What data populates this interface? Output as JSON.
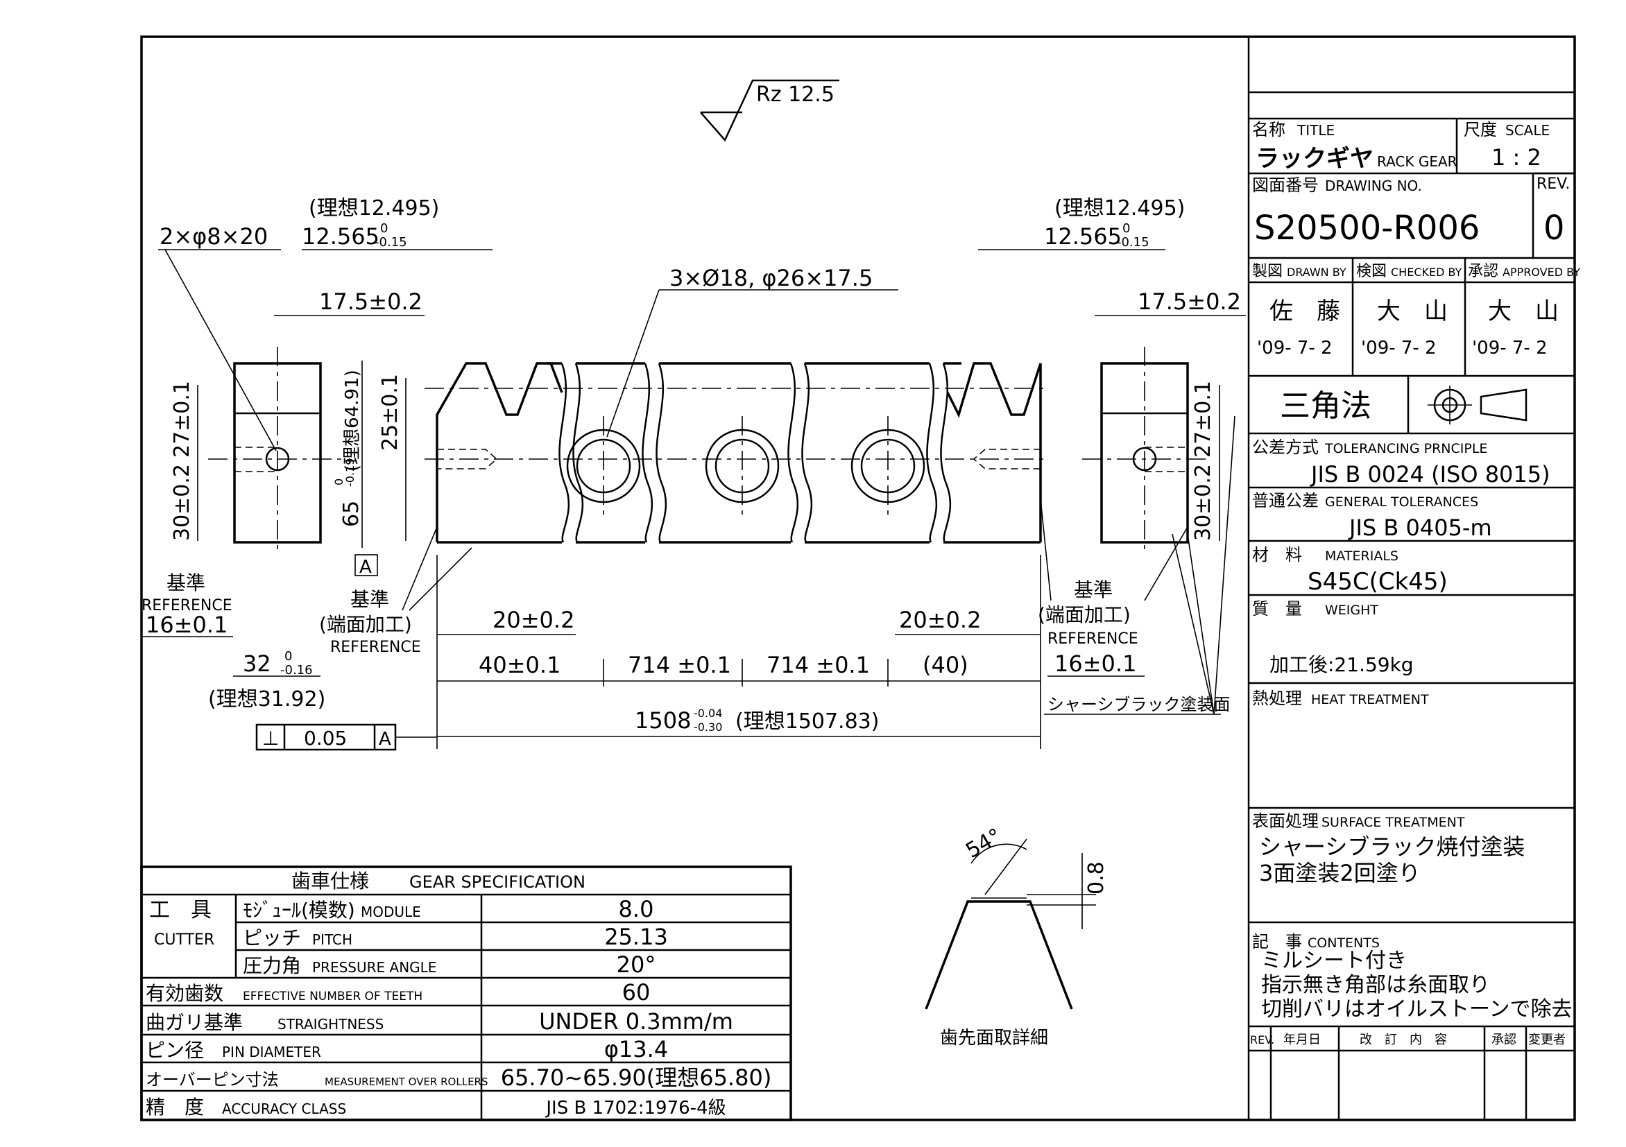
{
  "surface_symbol": "Rz 12.5",
  "dims": {
    "ideal_left": "(理想12.495)",
    "tol_left": "12.565",
    "tol_left_up": "0",
    "tol_left_dn": "-0.15",
    "ideal_right": "(理想12.495)",
    "tol_right": "12.565",
    "tol_right_up": "0",
    "tol_right_dn": "-0.15",
    "pins": "2×φ8×20",
    "holes": "3×Ø18, φ26×17.5",
    "d175_left": "17.5±0.2",
    "d175_right": "17.5±0.2",
    "d27_left": "27±0.1",
    "d30_left": "30±0.2",
    "d27_right": "27±0.1",
    "d30_right": "30±0.2",
    "d25": "25±0.1",
    "d65": "65",
    "d65_up": "0",
    "d65_dn": "-0.19",
    "d65_ideal": "(理想64.91)",
    "datum_a": "A",
    "d16_left": "16±0.1",
    "d16_right": "16±0.1",
    "d32": "32",
    "d32_up": "0",
    "d32_dn": "-0.16",
    "d32_ideal": "(理想31.92)",
    "d20_left": "20±0.2",
    "d20_right": "20±0.2",
    "d40": "40±0.1",
    "d714a": "714 ±0.1",
    "d714b": "714 ±0.1",
    "d40p": "(40)",
    "d1508": "1508",
    "d1508_up": "-0.04",
    "d1508_dn": "-0.30",
    "d1508_ideal": "(理想1507.83)",
    "gtol_sym": "⊥",
    "gtol_val": "0.05",
    "gtol_ref": "A"
  },
  "labels": {
    "ref_left_jp": "基準",
    "ref_left_en": "REFERENCE",
    "ref_mid_jp": "基準",
    "ref_mid_sub": "(端面加工)",
    "ref_mid_en": "REFERENCE",
    "ref_right_jp": "基準",
    "ref_right_sub": "(端面加工)",
    "ref_right_en": "REFERENCE",
    "paint_surface": "シャーシブラック塗装面"
  },
  "detail": {
    "angle": "54°",
    "chamfer": "0.8",
    "caption": "歯先面取詳細"
  },
  "gear_spec": {
    "title_jp": "歯車仕様",
    "title_en": "GEAR SPECIFICATION",
    "tool_jp": "工　具",
    "tool_en": "CUTTER",
    "rows": [
      {
        "label_jp": "ﾓｼﾞｭｰﾙ(模数)",
        "label_en": "MODULE",
        "value": "8.0"
      },
      {
        "label_jp": "ピッチ",
        "label_en": "PITCH",
        "value": "25.13"
      },
      {
        "label_jp": "圧力角",
        "label_en": "PRESSURE ANGLE",
        "value": "20°"
      },
      {
        "label_jp": "有効歯数",
        "label_en": "EFFECTIVE NUMBER OF TEETH",
        "value": "60"
      },
      {
        "label_jp": "曲ガリ基準",
        "label_en": "STRAIGHTNESS",
        "value": "UNDER 0.3mm/m"
      },
      {
        "label_jp": "ピン径",
        "label_en": "PIN DIAMETER",
        "value": "φ13.4"
      },
      {
        "label_jp": "オーバーピン寸法",
        "label_en": "MEASUREMENT OVER ROLLERS",
        "value": "65.70~65.90(理想65.80)"
      },
      {
        "label_jp": "精　度",
        "label_en": "ACCURACY CLASS",
        "value": "JIS B 1702:1976-4級"
      }
    ]
  },
  "title_block": {
    "name_label_jp": "名称",
    "name_label_en": "TITLE",
    "name_jp": "ラックギヤ",
    "name_en": "RACK GEAR",
    "scale_label_jp": "尺度",
    "scale_label_en": "SCALE",
    "scale": "1 : 2",
    "dwg_label_jp": "図面番号",
    "dwg_label_en": "DRAWING NO.",
    "dwg_no": "S20500-R006",
    "rev_label": "REV.",
    "rev": "0",
    "drawn_label_jp": "製図",
    "drawn_label_en": "DRAWN BY",
    "checked_label_jp": "検図",
    "checked_label_en": "CHECKED BY",
    "approved_label_jp": "承認",
    "approved_label_en": "APPROVED BY",
    "drawn_name": "佐　藤",
    "checked_name": "大　山",
    "approved_name": "大　山",
    "drawn_date": "'09- 7- 2",
    "checked_date": "'09- 7- 2",
    "approved_date": "'09- 7- 2",
    "projection": "三角法",
    "tol_label_jp": "公差方式",
    "tol_label_en": "TOLERANCING PRNCIPLE",
    "tol_value": "JIS B 0024 (ISO 8015)",
    "gen_tol_label_jp": "普通公差",
    "gen_tol_label_en": "GENERAL TOLERANCES",
    "gen_tol_value": "JIS B 0405-m",
    "mat_label_jp": "材　料",
    "mat_label_en": "MATERIALS",
    "mat_value": "S45C(Ck45)",
    "weight_label_jp": "質　量",
    "weight_label_en": "WEIGHT",
    "weight_value": "加工後:21.59kg",
    "heat_label_jp": "熱処理",
    "heat_label_en": "HEAT TREATMENT",
    "surf_label_jp": "表面処理",
    "surf_label_en": "SURFACE TREATMENT",
    "surf_line1": "シャーシブラック焼付塗装",
    "surf_line2": "3面塗装2回塗り",
    "notes_label_jp": "記　事",
    "notes_label_en": "CONTENTS",
    "note1": "ミルシート付き",
    "note2": "指示無き角部は糸面取り",
    "note3": "切削バリはオイルストーンで除去",
    "rev_h_rev": "REV.",
    "rev_h_date": "年月日",
    "rev_h_content": "改　訂　内　容",
    "rev_h_approve": "承認",
    "rev_h_changer": "変更者"
  }
}
